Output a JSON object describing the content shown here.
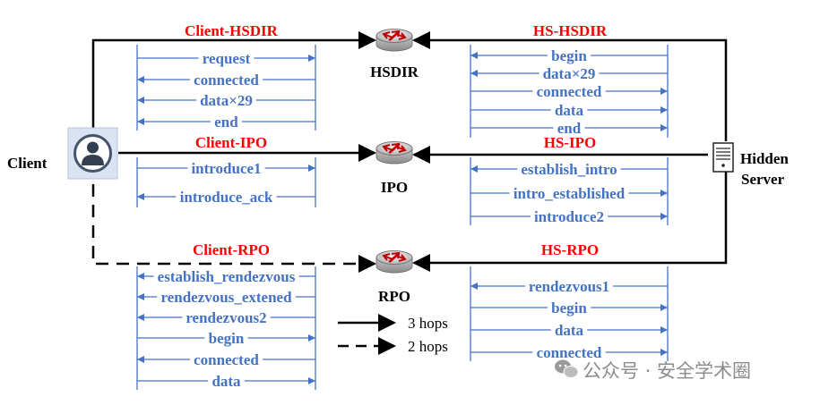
{
  "nodes": {
    "client_label": "Client",
    "hidden_server_line1": "Hidden",
    "hidden_server_line2": "Server",
    "hsdir_label": "HSDIR",
    "ipo_label": "IPO",
    "rpo_label": "RPO"
  },
  "sections": {
    "client_hsdir": "Client-HSDIR",
    "hs_hsdir": "HS-HSDIR",
    "client_ipo": "Client-IPO",
    "hs_ipo": "HS-IPO",
    "client_rpo": "Client-RPO",
    "hs_rpo": "HS-RPO"
  },
  "messages": {
    "client_hsdir": [
      "request",
      "connected",
      "data×29",
      "end"
    ],
    "hs_hsdir": [
      "begin",
      "data×29",
      "connected",
      "data",
      "end"
    ],
    "client_ipo": [
      "introduce1",
      "introduce_ack"
    ],
    "hs_ipo": [
      "establish_intro",
      "intro_established",
      "introduce2"
    ],
    "client_rpo": [
      "establish_rendezvous",
      "rendezvous_extened",
      "rendezvous2",
      "begin",
      "connected",
      "data"
    ],
    "hs_rpo": [
      "rendezvous1",
      "begin",
      "data",
      "connected"
    ]
  },
  "legend": {
    "solid_label": "3 hops",
    "dashed_label": "2 hops"
  },
  "watermark": "公众号 · 安全学术圈",
  "colors": {
    "section_title": "#ff0000",
    "message_line": "#4472c4",
    "message_text": "#4472c4",
    "path_line": "#000000",
    "client_icon_border": "#44546a",
    "client_icon_fill": "#dae3f3"
  },
  "icons": {
    "client": "user-avatar-icon",
    "hidden_server": "server-icon",
    "relay": "router-icon"
  }
}
